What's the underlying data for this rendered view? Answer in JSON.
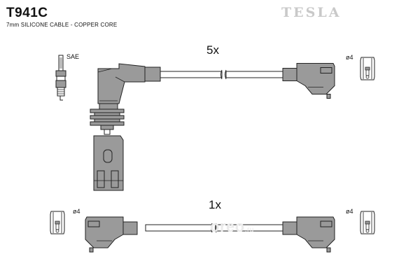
{
  "header": {
    "part_code": "T941C",
    "cable_spec": "7mm SILICONE CABLE - COPPER CORE",
    "brand": "TESLA"
  },
  "quantities": {
    "upper_set": "5x",
    "lower_set": "1x"
  },
  "labels": {
    "spark_plug_standard": "SAE",
    "terminal_diameter": "ø4"
  },
  "watermark": {
    "text": "oreo",
    "tld": ".ru"
  },
  "colors": {
    "part_fill": "#9a9a9a",
    "brand_gray": "#c9c9c9",
    "outline": "#222222"
  }
}
